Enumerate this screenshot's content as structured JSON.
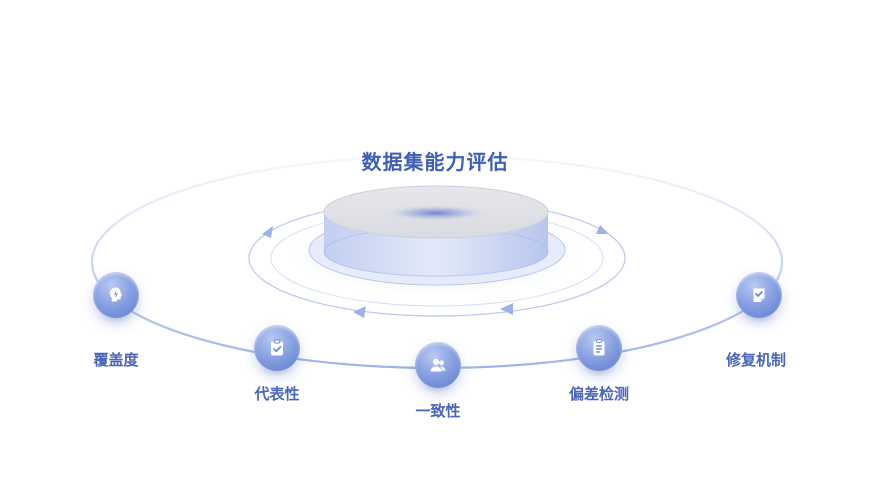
{
  "title": "数据集能力评估",
  "items": [
    {
      "label": "覆盖度",
      "icon": "lightning-head-icon"
    },
    {
      "label": "代表性",
      "icon": "clipboard-check-icon"
    },
    {
      "label": "一致性",
      "icon": "users-icon"
    },
    {
      "label": "偏差检测",
      "icon": "document-list-icon"
    },
    {
      "label": "修复机制",
      "icon": "note-check-icon"
    }
  ],
  "colors": {
    "accent": "#4a66b8",
    "node_light": "#b9c9f2",
    "node_dark": "#5b78cc",
    "ring": "#aebfe8"
  }
}
